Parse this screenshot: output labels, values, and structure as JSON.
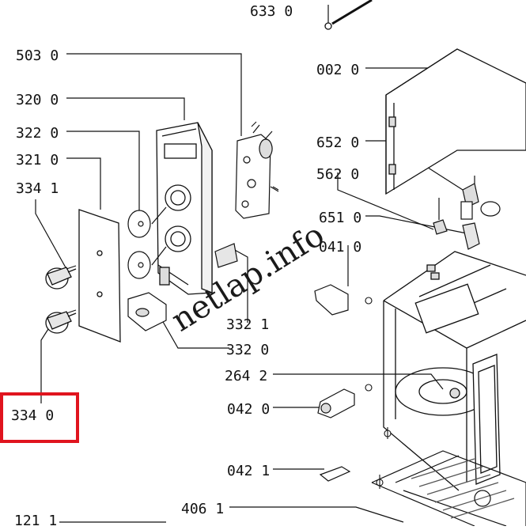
{
  "diagram": {
    "callouts": [
      {
        "id": "c633",
        "label": "633 0"
      },
      {
        "id": "c503",
        "label": "503 0"
      },
      {
        "id": "c320",
        "label": "320 0"
      },
      {
        "id": "c322",
        "label": "322 0"
      },
      {
        "id": "c321",
        "label": "321 0"
      },
      {
        "id": "c3341",
        "label": "334 1"
      },
      {
        "id": "c3340",
        "label": "334 0"
      },
      {
        "id": "c002",
        "label": "002 0"
      },
      {
        "id": "c652",
        "label": "652 0"
      },
      {
        "id": "c562",
        "label": "562 0"
      },
      {
        "id": "c651",
        "label": "651 0"
      },
      {
        "id": "c041",
        "label": "041 0"
      },
      {
        "id": "c3321",
        "label": "332 1"
      },
      {
        "id": "c3320",
        "label": "332 0"
      },
      {
        "id": "c264",
        "label": "264 2"
      },
      {
        "id": "c0420",
        "label": "042 0"
      },
      {
        "id": "c0421",
        "label": "042 1"
      },
      {
        "id": "c406",
        "label": "406 1"
      },
      {
        "id": "c121",
        "label": "121 1"
      }
    ],
    "highlight_color": "#e0141e",
    "watermark": "netlap.info"
  }
}
